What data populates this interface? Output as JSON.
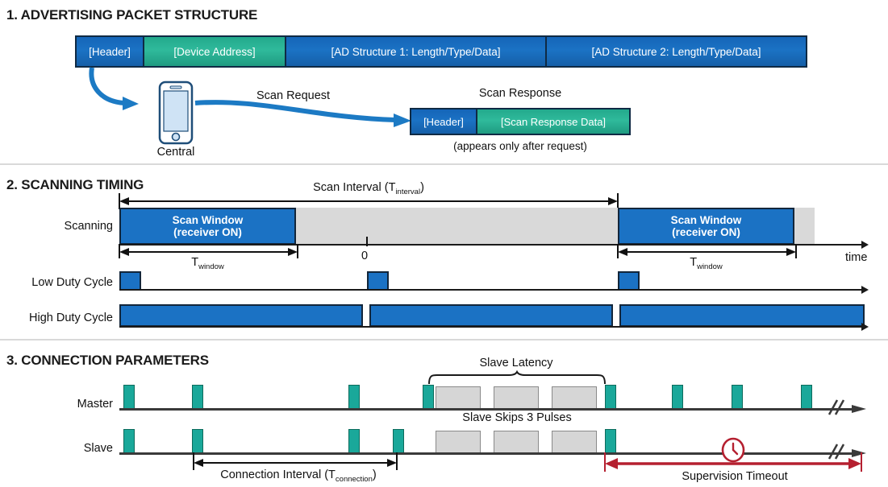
{
  "sections": [
    {
      "id": "s1",
      "title": "1. ADVERTISING PACKET STRUCTURE"
    },
    {
      "id": "s2",
      "title": "2. SCANNING TIMING"
    },
    {
      "id": "s3",
      "title": "3. CONNECTION PARAMETERS"
    }
  ],
  "packet": {
    "fields": [
      {
        "label": "[Header]",
        "color": "#1b72c4"
      },
      {
        "label": "[Device Address]",
        "color": "#2fba9b"
      },
      {
        "label": "[AD Structure 1: Length/Type/Data]",
        "color": "#1b72c4"
      },
      {
        "label": "[AD Structure 2: Length/Type/Data]",
        "color": "#1b72c4"
      }
    ]
  },
  "central": {
    "label": "Central",
    "icon": "smartphone-icon"
  },
  "scan_request": {
    "label": "Scan Request"
  },
  "scan_response": {
    "title": "Scan Response",
    "note": "(appears only after request)",
    "fields": [
      {
        "label": "[Header]",
        "color": "#1b72c4"
      },
      {
        "label": "[Scan Response Data]",
        "color": "#2fba9b"
      }
    ]
  },
  "scanning": {
    "row_label": "Scanning",
    "interval_label": "Scan Interval (T",
    "interval_sub": "interval",
    "interval_tail": ")",
    "window_label_line1": "Scan Window",
    "window_label_line2": "(receiver ON)",
    "twindow_label": "T",
    "twindow_sub": "window",
    "zero_label": "0",
    "time_label": "time",
    "low_duty_label": "Low Duty Cycle",
    "high_duty_label": "High Duty Cycle"
  },
  "connection": {
    "master_label": "Master",
    "slave_label": "Slave",
    "slave_latency_label": "Slave Latency",
    "slave_skips_label": "Slave Skips 3 Pulses",
    "conn_interval_label": "Connection Interval (T",
    "conn_interval_sub": "connection",
    "conn_interval_tail": ")",
    "supervision_label": "Supervision Timeout",
    "clock_icon": "clock-icon"
  },
  "colors": {
    "blue": "#1b72c4",
    "teal": "#2fba9b",
    "teal_pulse": "#1aa89a",
    "gray_band": "#d9d9d9",
    "gray_block": "#d6d6d6",
    "dark": "#1a1a1a",
    "red": "#b52030",
    "arrow_blue": "#1c7ac4"
  },
  "chart_data": {
    "type": "timeline",
    "title": "BLE Advertising, Scanning and Connection Timing",
    "scanning": {
      "scan_windows": [
        {
          "start": 148,
          "end": 367
        },
        {
          "start": 766,
          "end": 985
        }
      ],
      "scan_interval": {
        "start": 148,
        "end": 766
      },
      "gray_band": {
        "start": 148,
        "end": 1010
      },
      "low_duty_pulses": [
        148,
        455,
        766
      ],
      "high_duty_blocks": [
        {
          "start": 148,
          "end": 450
        },
        {
          "start": 458,
          "end": 760
        },
        {
          "start": 768,
          "end": 1072
        }
      ]
    },
    "connection": {
      "master_pulses": [
        153,
        238,
        432,
        524,
        750,
        833,
        907,
        993
      ],
      "slave_pulses": [
        153,
        238,
        432,
        487,
        750
      ],
      "skipped_events": [
        {
          "start": 540,
          "end": 596
        },
        {
          "start": 612,
          "end": 668
        },
        {
          "start": 684,
          "end": 740
        }
      ],
      "connection_interval": {
        "start": 240,
        "end": 492
      },
      "supervision_timeout": {
        "start": 750,
        "end": 1068
      }
    }
  }
}
